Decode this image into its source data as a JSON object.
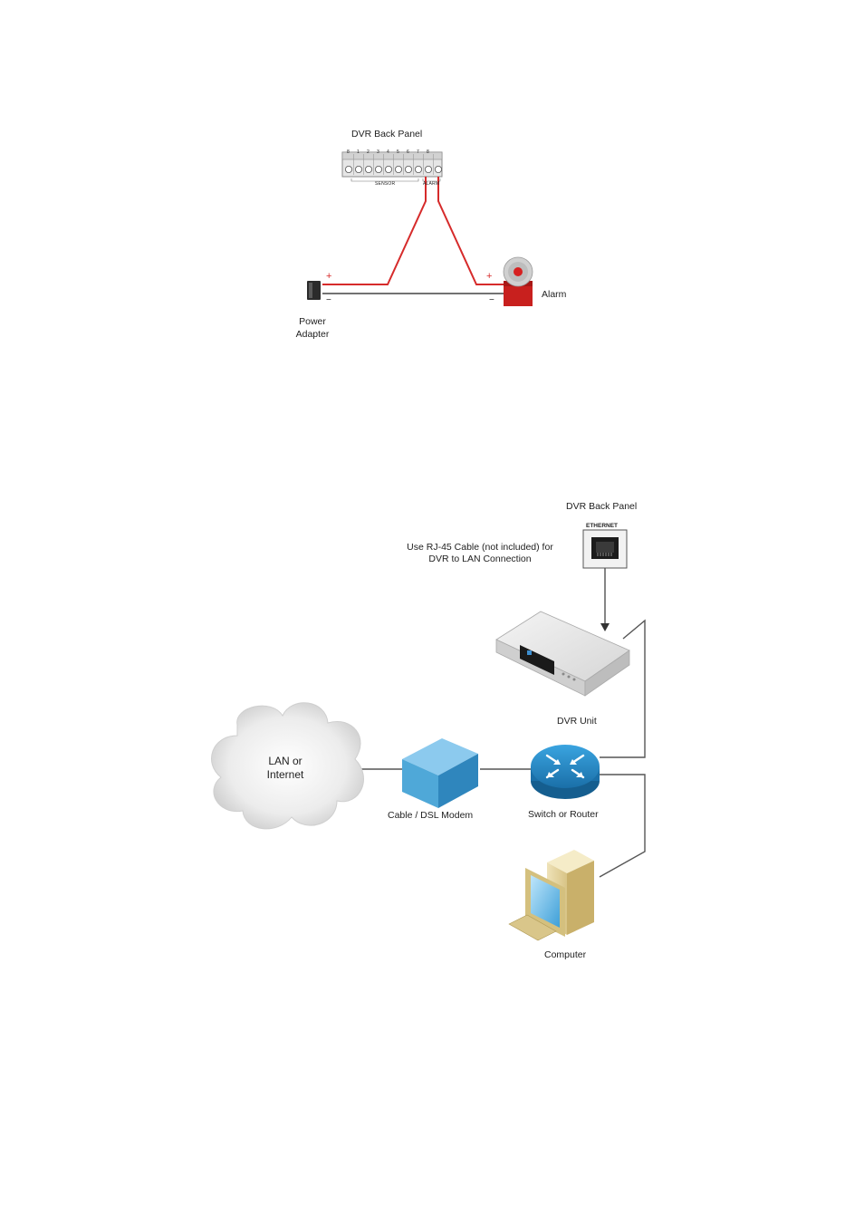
{
  "alarm_diagram": {
    "panel_title": "DVR Back Panel",
    "terminal_numbers": [
      "8",
      "1",
      "2",
      "3",
      "4",
      "5",
      "6",
      "7",
      "8"
    ],
    "sensor_label": "SENSOR",
    "alarm_terminal_label": "ALARM",
    "plus_sign": "+",
    "minus_sign": "−",
    "power_adapter_line1": "Power",
    "power_adapter_line2": "Adapter",
    "alarm_label": "Alarm",
    "wire_color": "#d62b2b",
    "alarm_color": "#c8201e"
  },
  "network_diagram": {
    "panel_title": "DVR Back Panel",
    "ethernet_label": "ETHERNET",
    "cable_note_line1": "Use RJ-45 Cable  (not included) for",
    "cable_note_line2": "DVR to LAN Connection",
    "dvr_unit_label": "DVR Unit",
    "cloud_line1": "LAN or",
    "cloud_line2": "Internet",
    "modem_label": "Cable / DSL Modem",
    "router_label": "Switch or Router",
    "computer_label": "Computer",
    "router_color": "#1e88c8",
    "modem_color": "#4fa8d8"
  }
}
